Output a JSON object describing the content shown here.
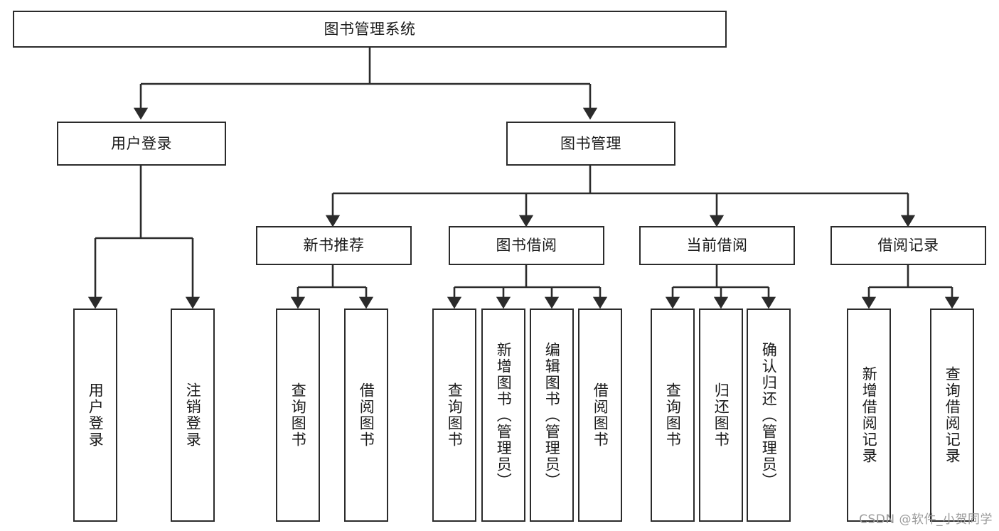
{
  "diagram": {
    "title": "图书管理系统",
    "type": "tree",
    "orientation": "top-down",
    "colors": {
      "node_border": "#2b2b2b",
      "node_fill": "#ffffff",
      "edge": "#2b2b2b",
      "text": "#1a1a1a",
      "watermark": "#9a9a9a",
      "background": "#ffffff"
    },
    "root": {
      "id": "root",
      "label": "图书管理系统"
    },
    "level1": [
      {
        "id": "user-login",
        "label": "用户登录"
      },
      {
        "id": "book-management",
        "label": "图书管理"
      }
    ],
    "level2": [
      {
        "id": "new-book-recommend",
        "label": "新书推荐",
        "parent": "book-management"
      },
      {
        "id": "book-borrow",
        "label": "图书借阅",
        "parent": "book-management"
      },
      {
        "id": "current-borrow",
        "label": "当前借阅",
        "parent": "book-management"
      },
      {
        "id": "borrow-record",
        "label": "借阅记录",
        "parent": "book-management"
      }
    ],
    "leaves": {
      "user_login": [
        {
          "id": "leaf-user-login",
          "label": "用户登录"
        },
        {
          "id": "leaf-user-logout",
          "label": "注销登录"
        }
      ],
      "new_book_recommend": [
        {
          "id": "leaf-query-book-1",
          "label": "查询图书"
        },
        {
          "id": "leaf-borrow-book-1",
          "label": "借阅图书"
        }
      ],
      "book_borrow": [
        {
          "id": "leaf-query-book-2",
          "label": "查询图书"
        },
        {
          "id": "leaf-add-book",
          "label": "新增图书（管理员）"
        },
        {
          "id": "leaf-edit-book",
          "label": "编辑图书（管理员）"
        },
        {
          "id": "leaf-borrow-book-2",
          "label": "借阅图书"
        }
      ],
      "current_borrow": [
        {
          "id": "leaf-query-book-3",
          "label": "查询图书"
        },
        {
          "id": "leaf-return-book",
          "label": "归还图书"
        },
        {
          "id": "leaf-confirm-return",
          "label": "确认归还（管理员）"
        }
      ],
      "borrow_record": [
        {
          "id": "leaf-add-record",
          "label": "新增借阅记录"
        },
        {
          "id": "leaf-query-record",
          "label": "查询借阅记录"
        }
      ]
    }
  },
  "watermark": {
    "text": "CSDN @软件_小贺同学"
  }
}
